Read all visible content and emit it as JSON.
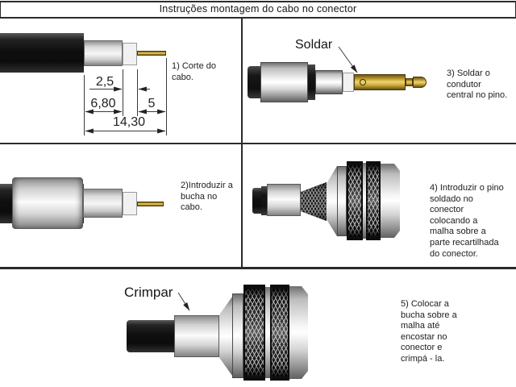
{
  "title": "Instruções montagem do cabo no conector",
  "colors": {
    "line": "#2b2b2b",
    "text": "#1d1d1d",
    "gold_pin": "#c9a227",
    "jacket_black": "#0f0f0f",
    "metal_gray": "#d6d6d6"
  },
  "step1": {
    "note": "1) Corte do\ncabo.",
    "dim_dielectric": "2,5",
    "dim_braid": "6,80",
    "dim_pin": "5",
    "dim_total": "14,30"
  },
  "step2": {
    "note": "2)Introduzir a\nbucha no\ncabo."
  },
  "step3": {
    "callout": "Soldar",
    "note": "3) Soldar o\ncondutor\ncentral no pino."
  },
  "step4": {
    "note": "4) Introduzir o pino\nsoldado no\nconector\ncolocando a\nmalha sobre a\nparte recartilhada\ndo conector."
  },
  "step5": {
    "callout": "Crimpar",
    "note": "5) Colocar a\nbucha sobre a\nmalha até\nencostar no\nconector e\ncrimpá - la."
  }
}
